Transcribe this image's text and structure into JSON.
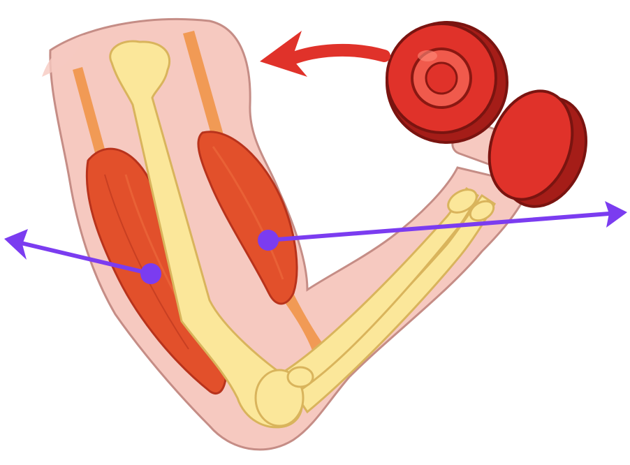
{
  "diagram": {
    "subject": "arm-muscles-curling-dumbbell",
    "labels": [],
    "pointers": [
      {
        "id": "pointer-triceps",
        "target": "triceps-muscle",
        "direction": "left"
      },
      {
        "id": "pointer-biceps",
        "target": "biceps-muscle",
        "direction": "right"
      }
    ],
    "motion_arrow": {
      "direction": "left"
    }
  },
  "colors": {
    "skin": "#f6c9c0",
    "skin_outline": "#c58d86",
    "muscle": "#e2502b",
    "muscle_dark": "#b8331c",
    "muscle_light": "#ef6c3d",
    "tendon": "#f19a55",
    "bone": "#fbe79a",
    "bone_outline": "#d9b45c",
    "dumbbell": "#e0322a",
    "dumbbell_dark": "#a51d18",
    "dumbbell_light": "#f05a4c",
    "motion_arrow": "#e0322a",
    "pointer": "#7b3cf0"
  }
}
